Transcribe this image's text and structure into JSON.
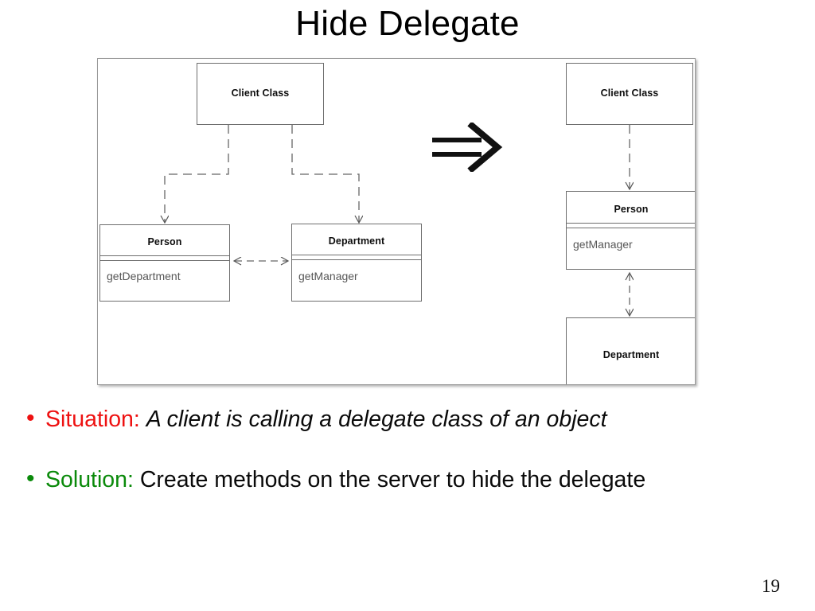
{
  "slide": {
    "title": "Hide Delegate",
    "page_number": "19"
  },
  "diagram": {
    "transform_symbol": "double-right-arrow",
    "before": {
      "client_class": {
        "name": "Client Class"
      },
      "person": {
        "name": "Person",
        "method": "getDepartment"
      },
      "department": {
        "name": "Department",
        "method": "getManager"
      }
    },
    "after": {
      "client_class": {
        "name": "Client Class"
      },
      "person": {
        "name": "Person",
        "method": "getManager"
      },
      "department": {
        "name": "Department",
        "method": ""
      }
    }
  },
  "bullets": [
    {
      "marker": "•",
      "marker_color": "#EE1111",
      "lead": "Situation:",
      "lead_color": "#EE1111",
      "body": "A client is calling a delegate class of an object",
      "body_style": "italic"
    },
    {
      "marker": "•",
      "marker_color": "#0A8A0A",
      "lead": "Solution:",
      "lead_color": "#0A8A0A",
      "body": "Create methods on the server to hide the delegate",
      "body_style": "normal"
    }
  ]
}
